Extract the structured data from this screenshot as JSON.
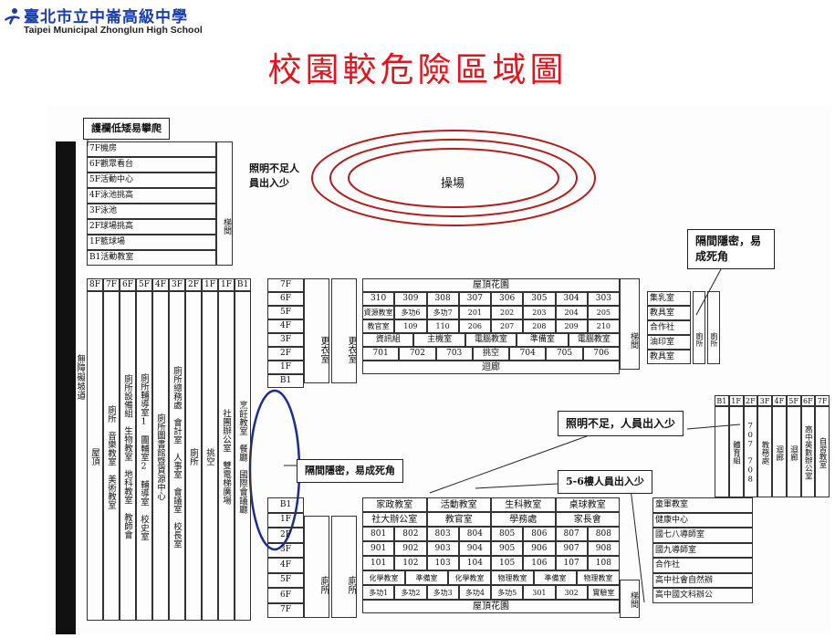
{
  "header": {
    "school_zh": "臺北市立中崙高級中學",
    "school_en": "Taipei Municipal Zhonglun High School",
    "title": "校園較危險區域圖"
  },
  "colors": {
    "title": "#e0141e",
    "school": "#1a3fa8",
    "oval": "#1d2d8c"
  },
  "notes": {
    "railing": "護欄低矮易攀爬",
    "lighting_top": "照明不足人員出入少",
    "hidden_right": "隔間隱密，易成死角",
    "lighting_mid": "照明不足，人員出入少",
    "hidden_mid": "隔間隱密，易成死角",
    "building56": "5-6樓人員出入少"
  },
  "track_label": "操場",
  "ramp": "無障礙坡道",
  "stairs": "梯間",
  "gym": [
    "7F機房",
    "6F觀眾看台",
    "5F活動中心",
    "4F泳池挑高",
    "3F泳池",
    "2F球場挑高",
    "1F籃球場",
    "B1活動教室"
  ],
  "west": [
    {
      "h": "8F",
      "b": "屋頂"
    },
    {
      "h": "7F",
      "b": "廁所　音樂教室　美術教室"
    },
    {
      "h": "6F",
      "b": "廁所設備組　生物教室　地科教室　教師會"
    },
    {
      "h": "5F",
      "b": "廁所輔導室1　團輔室2　輔導室　校史室"
    },
    {
      "h": "4F",
      "b": "廁所圖書館暨資源中心"
    },
    {
      "h": "3F",
      "b": "廁所總務處　會計室　人事室　會議室　校長室"
    },
    {
      "h": "2F",
      "b": "廁所"
    },
    {
      "h": "1F",
      "b": "挑空"
    },
    {
      "h": "1F",
      "b": "社團辦公室　雙電梯廣場"
    },
    {
      "h": "B1",
      "b": "烹飪教室　餐廳　國際會議廳"
    }
  ],
  "floors_top": [
    "7F",
    "6F",
    "5F",
    "4F",
    "3F",
    "2F",
    "1F",
    "B1"
  ],
  "floors_bottom": [
    "B1",
    "1F",
    "2F",
    "3F",
    "4F",
    "5F",
    "6F",
    "7F"
  ],
  "changing": "更衣室",
  "toilet": "廁所",
  "north": {
    "roof": "屋頂花園",
    "r6": [
      "310",
      "309",
      "308",
      "307",
      "306",
      "305",
      "304",
      "303"
    ],
    "r5": [
      "資源教室",
      "多功6",
      "多功7",
      "201",
      "202",
      "203",
      "204",
      "205"
    ],
    "r4": [
      "教官室",
      "109",
      "110",
      "206",
      "207",
      "208",
      "209",
      "210"
    ],
    "r3": [
      "資訊組",
      "主機室",
      "電腦教室",
      "準備室",
      "電腦教室"
    ],
    "r2": [
      "701",
      "702",
      "703",
      "挑空",
      "704",
      "705",
      "706"
    ],
    "corridor": "迴廊"
  },
  "south": {
    "r_b1": [
      "家政教室",
      "活動教室",
      "生科教室",
      "桌球教室"
    ],
    "r_1": [
      "社大辦公室",
      "教官室",
      "學務處",
      "家長會"
    ],
    "r_2": [
      "801",
      "802",
      "803",
      "804",
      "805",
      "806",
      "807",
      "808"
    ],
    "r_3": [
      "901",
      "902",
      "903",
      "904",
      "905",
      "906",
      "907",
      "908"
    ],
    "r_4": [
      "101",
      "102",
      "103",
      "104",
      "105",
      "106",
      "107",
      "108"
    ],
    "r_5": [
      "化學教室",
      "準備室",
      "化學教室",
      "物理教室",
      "準備室",
      "物理教室"
    ],
    "r_6": [
      "多功1",
      "多功2",
      "多功3",
      "多功4",
      "多功5",
      "301",
      "302",
      "實驗室"
    ],
    "roof": "屋頂花園"
  },
  "east_top": [
    "集乳室",
    "教具室",
    "合作社",
    "油印室",
    "教具室",
    "廁所",
    "廁所"
  ],
  "east_mid": [
    {
      "h": "B1",
      "b": ""
    },
    {
      "h": "1F",
      "b": "體育組"
    },
    {
      "h": "2F",
      "b": "707　708"
    },
    {
      "h": "3F",
      "b": "教務處"
    },
    {
      "h": "4F",
      "b": "迴廊"
    },
    {
      "h": "5F",
      "b": "迴廊"
    },
    {
      "h": "6F",
      "b": "高中英數辦公室"
    },
    {
      "h": "7F",
      "b": "自習教室"
    }
  ],
  "east_bottom": [
    "童軍教室",
    "健康中心",
    "國七八導師室",
    "國九導師室",
    "合作社",
    "高中社會自然辦",
    "高中國文科辦公"
  ]
}
